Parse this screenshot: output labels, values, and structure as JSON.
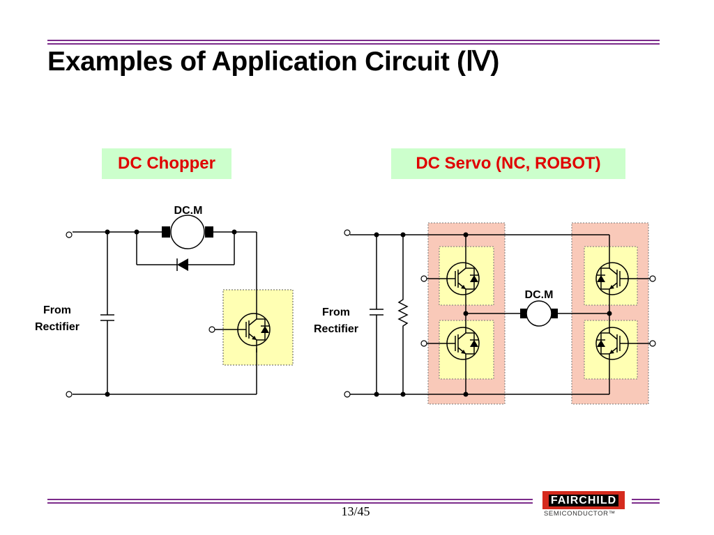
{
  "title": "Examples of Application Circuit (Ⅳ)",
  "labels": {
    "chopper": "DC Chopper",
    "servo": "DC Servo (NC, ROBOT)"
  },
  "chopper": {
    "motor": "DC.M",
    "source_line1": "From",
    "source_line2": "Rectifier"
  },
  "servo": {
    "motor": "DC.M",
    "source_line1": "From",
    "source_line2": "Rectifier"
  },
  "footer": {
    "page": "13/45",
    "logo_name": "FAIRCHILD",
    "logo_sub": "SEMICONDUCTOR™"
  },
  "colors": {
    "accent_rule": "#7b2a8a",
    "label_bg": "#ccffcc",
    "label_text": "#e00000",
    "module_bg": "#ffffb3",
    "leg_bg": "#f9c9b9",
    "logo_red": "#d52b1e"
  }
}
